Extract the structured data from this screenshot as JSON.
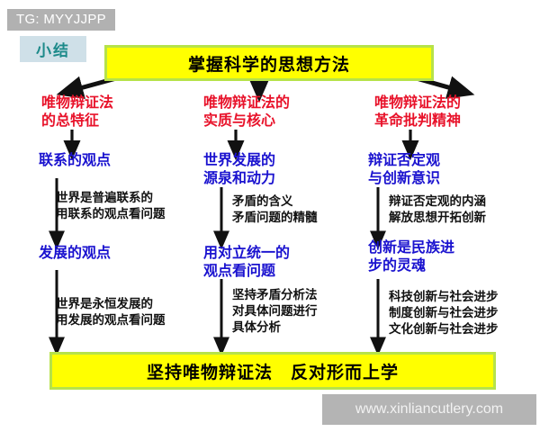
{
  "overlay": {
    "tg_tag": "TG: MYYJJPP",
    "url_watermark": "www.xinliancutlery.com"
  },
  "badge": {
    "label": "小结"
  },
  "title_box": {
    "text": "掌握科学的思想方法"
  },
  "bottom_box": {
    "text": "坚持唯物辩证法　反对形而上学"
  },
  "colors": {
    "box_fill": "#ffff00",
    "box_border": "#b6e24a",
    "heading_red": "#e8122a",
    "heading_blue": "#1a12cf",
    "note_black": "#111111",
    "badge_bg": "#cfe0e8",
    "badge_text": "#1d8a8a",
    "watermark_bg": "#b4b4b4"
  },
  "columns": [
    {
      "name": "column-1",
      "heading_red": "唯物辩证法\n的总特征",
      "concept_1": "联系的观点",
      "note_1": "世界是普遍联系的\n用联系的观点看问题",
      "concept_2": "发展的观点",
      "note_2": "世界是永恒发展的\n用发展的观点看问题"
    },
    {
      "name": "column-2",
      "heading_red": "唯物辩证法的\n实质与核心",
      "concept_1": "世界发展的\n源泉和动力",
      "note_1": "矛盾的含义\n矛盾问题的精髓",
      "concept_2": "用对立统一的\n观点看问题",
      "note_2": "坚持矛盾分析法\n对具体问题进行\n具体分析"
    },
    {
      "name": "column-3",
      "heading_red": "唯物辩证法的\n革命批判精神",
      "concept_1": "辩证否定观\n与创新意识",
      "note_1": "辩证否定观的内涵\n解放思想开拓创新",
      "concept_2": "创新是民族进\n步的灵魂",
      "note_2": "科技创新与社会进步\n制度创新与社会进步\n文化创新与社会进步"
    }
  ]
}
